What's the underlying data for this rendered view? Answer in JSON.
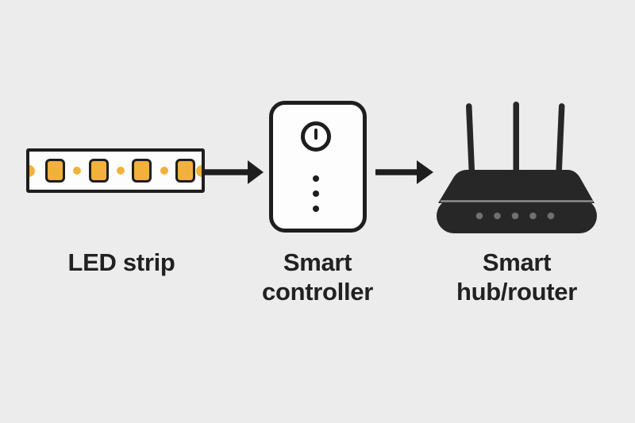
{
  "diagram": {
    "colors": {
      "background": "#ECECEC",
      "stroke": "#1E1E1E",
      "accent_orange": "#F2B03C",
      "device_fill": "#FDFDFD",
      "router_body": "#272727",
      "router_divider": "#8E8E8E",
      "router_dot": "#707070",
      "text": "#212121"
    },
    "nodes": [
      {
        "id": "led-strip",
        "icon": "led-strip-icon",
        "label": "LED strip",
        "led_chip_count": 4,
        "solder_dot_count": 3
      },
      {
        "id": "smart-controller",
        "icon": "smart-controller-icon",
        "label": "Smart controller",
        "label_lines": [
          "Smart",
          "controller"
        ],
        "indicator_dot_count": 3
      },
      {
        "id": "smart-hub-router",
        "icon": "smart-hub-router-icon",
        "label": "Smart hub/router",
        "label_lines": [
          "Smart",
          "hub/router"
        ],
        "antenna_count": 3,
        "status_dot_count": 5
      }
    ],
    "connections": [
      {
        "from": "led-strip",
        "to": "smart-controller",
        "icon": "arrow-right-icon"
      },
      {
        "from": "smart-controller",
        "to": "smart-hub-router",
        "icon": "arrow-right-icon"
      }
    ]
  }
}
